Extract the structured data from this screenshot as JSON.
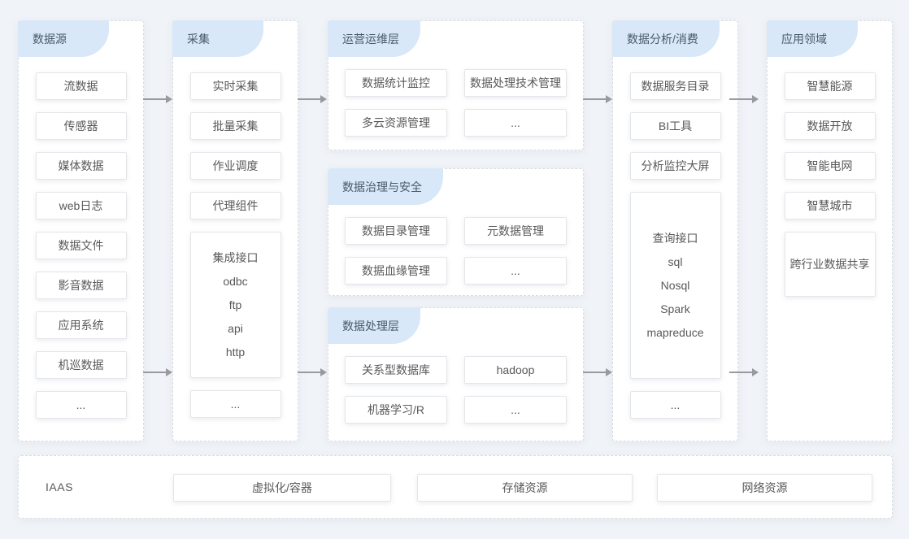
{
  "colors": {
    "page_bg": "#f0f3f7",
    "tab_bg": "#d8e8f8",
    "tab_text": "#4a5968",
    "node_text": "#595959",
    "arrow": "#979b9f"
  },
  "col_sources": {
    "title": "数据源",
    "items": [
      "流数据",
      "传感器",
      "媒体数据",
      "web日志",
      "数据文件",
      "影音数据",
      "应用系统",
      "机巡数据",
      "..."
    ]
  },
  "col_collect": {
    "title": "采集",
    "items": [
      "实时采集",
      "批量采集",
      "作业调度",
      "代理组件"
    ],
    "integration_box": [
      "集成接口",
      "odbc",
      "ftp",
      "api",
      "http"
    ],
    "more": "..."
  },
  "sec_ops": {
    "title": "运营运维层",
    "items": [
      "数据统计监控",
      "数据处理技术管理",
      "多云资源管理",
      "..."
    ]
  },
  "sec_governance": {
    "title": "数据治理与安全",
    "items": [
      "数据目录管理",
      "元数据管理",
      "数据血缘管理",
      "..."
    ]
  },
  "sec_processing": {
    "title": "数据处理层",
    "items": [
      "关系型数据库",
      "hadoop",
      "机器学习/R",
      "..."
    ]
  },
  "col_analysis": {
    "title": "数据分析/消费",
    "items": [
      "数据服务目录",
      "BI工具",
      "分析监控大屏"
    ],
    "query_box": [
      "查询接口",
      "sql",
      "Nosql",
      "Spark",
      "mapreduce"
    ],
    "more": "..."
  },
  "col_apps": {
    "title": "应用领域",
    "items": [
      "智慧能源",
      "数据开放",
      "智能电网",
      "智慧城市"
    ],
    "wide_item": "跨行业数据共享"
  },
  "iaas": {
    "label": "IAAS",
    "items": [
      "虚拟化/容器",
      "存储资源",
      "网络资源"
    ]
  }
}
